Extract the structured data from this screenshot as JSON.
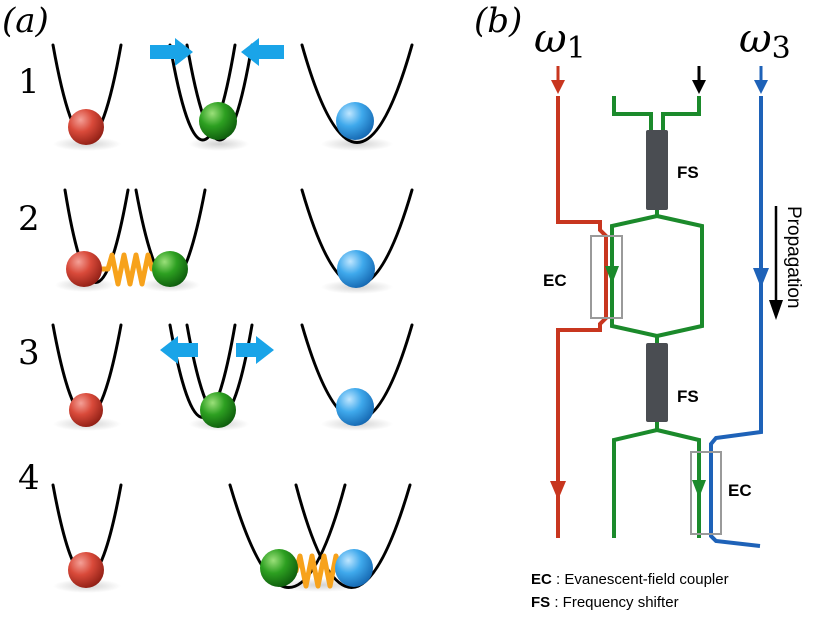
{
  "panels": {
    "a": {
      "label": "(a)"
    },
    "b": {
      "label": "(b)"
    }
  },
  "steps": [
    {
      "number": "1"
    },
    {
      "number": "2"
    },
    {
      "number": "3"
    },
    {
      "number": "4"
    }
  ],
  "panel_b": {
    "omega1": "ω",
    "omega1_sub": "1",
    "omega3": "ω",
    "omega3_sub": "3",
    "fs_label": "FS",
    "ec_label": "EC",
    "propagation": "Propagation",
    "legend": [
      {
        "key": "EC",
        "text": " : Evanescent-field coupler"
      },
      {
        "key": "FS",
        "text": " : Frequency shifter"
      }
    ]
  },
  "colors": {
    "red": "#c8361f",
    "green": "#1b8a2b",
    "blue": "#1e62b8",
    "orange": "#f7a21b",
    "cyan_arrow": "#1aa4e8",
    "shifter": "#4a4d52",
    "coupler_box": "#9a9a9a"
  }
}
